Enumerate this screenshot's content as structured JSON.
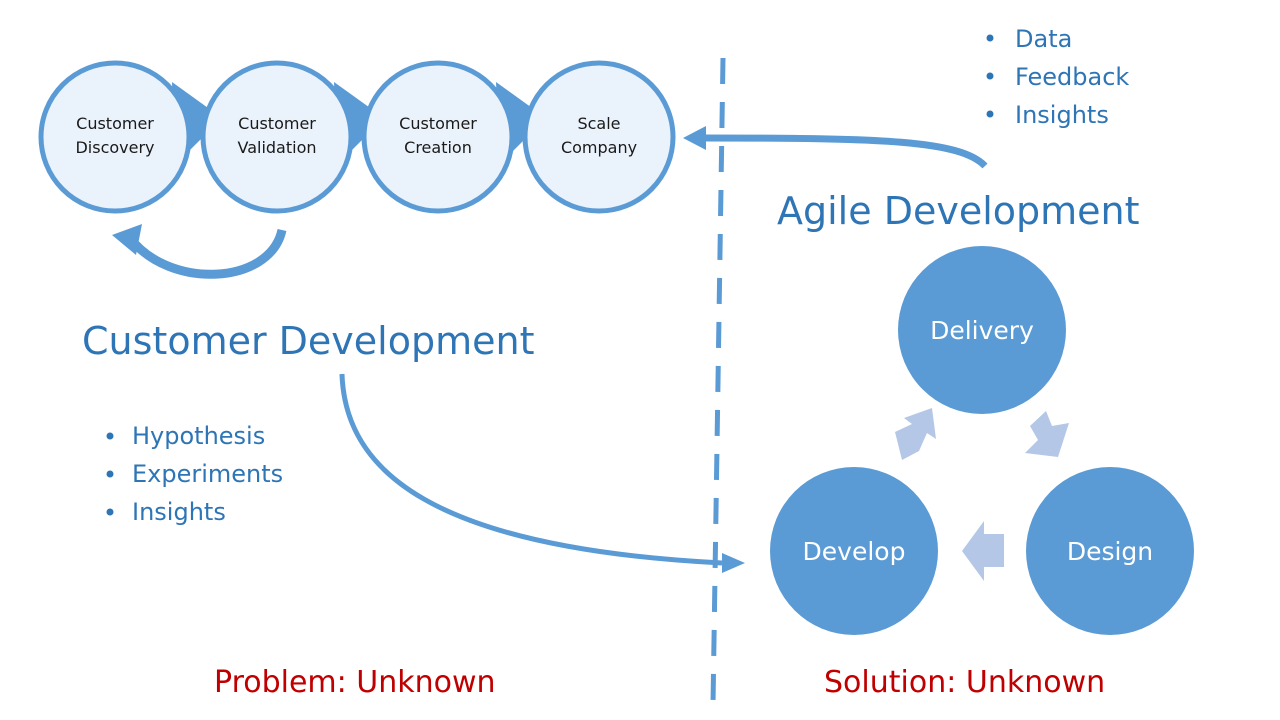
{
  "customer_steps": [
    {
      "line1": "Customer",
      "line2": "Discovery"
    },
    {
      "line1": "Customer",
      "line2": "Validation"
    },
    {
      "line1": "Customer",
      "line2": "Creation"
    },
    {
      "line1": "Scale",
      "line2": "Company"
    }
  ],
  "customer_development": {
    "title": "Customer Development",
    "bullets": [
      "Hypothesis",
      "Experiments",
      "Insights"
    ]
  },
  "agile_development": {
    "title": "Agile Development",
    "bullets": [
      "Data",
      "Feedback",
      "Insights"
    ],
    "cycle": [
      "Delivery",
      "Design",
      "Develop"
    ]
  },
  "footer": {
    "problem": "Problem: Unknown",
    "solution": "Solution: Unknown"
  },
  "colors": {
    "primary_blue": "#2e75b6",
    "circle_fill": "#eaf2fb",
    "circle_stroke": "#5b9bd5",
    "agile_circle": "#5b9bd5",
    "cycle_arrow": "#b4c7e7",
    "red": "#c00000"
  }
}
